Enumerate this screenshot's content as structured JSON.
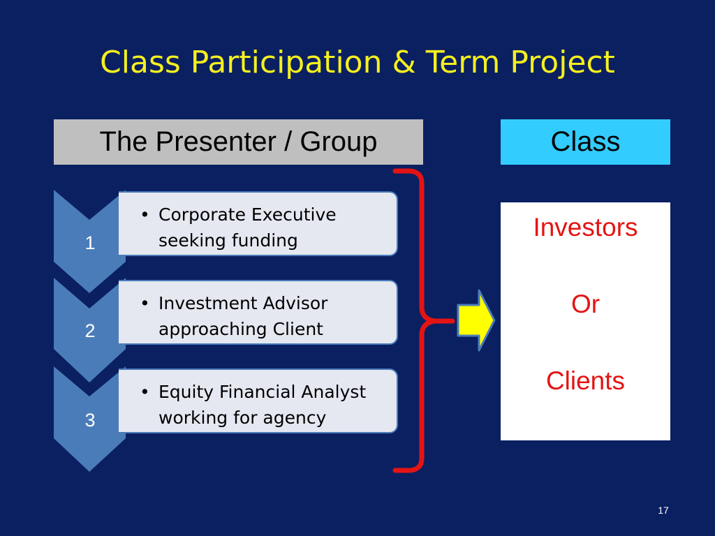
{
  "slide": {
    "title": "Class Participation & Term Project",
    "page_number": "17"
  },
  "headers": {
    "presenter": "The Presenter / Group",
    "audience": "Class"
  },
  "roles": [
    {
      "number": "1",
      "bullet": "•",
      "label": "Corporate Executive seeking funding"
    },
    {
      "number": "2",
      "bullet": "•",
      "label": "Investment Advisor approaching Client"
    },
    {
      "number": "3",
      "bullet": "•",
      "label": "Equity Financial Analyst working for agency"
    }
  ],
  "audience": {
    "line1": "Investors",
    "line2": "Or",
    "line3": "Clients"
  },
  "colors": {
    "background": "#0b2061",
    "title": "#f5f01f",
    "chevron": "#4a7cba",
    "card": "#e5e8f1",
    "brace": "#e41414",
    "arrow": "#ffff00",
    "class_header": "#33ccff",
    "presenter_header": "#bfbfbf"
  }
}
